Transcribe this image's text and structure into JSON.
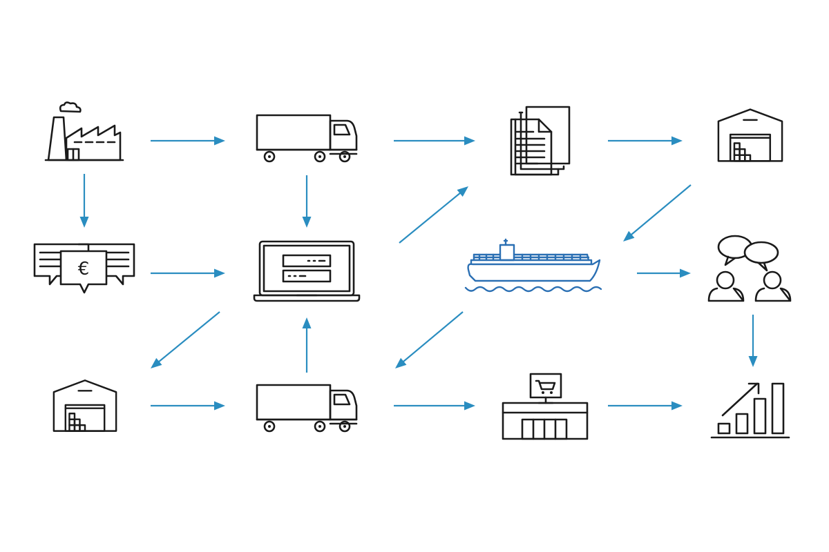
{
  "diagram": {
    "colors": {
      "arrow": "#2a8dc0",
      "icon": "#1a1a1a",
      "ship": "#2a6fb3",
      "background": "#ffffff"
    },
    "nodes": [
      {
        "id": "factory",
        "icon": "factory-icon"
      },
      {
        "id": "truck-top",
        "icon": "truck-icon"
      },
      {
        "id": "documents",
        "icon": "documents-icon"
      },
      {
        "id": "warehouse-top",
        "icon": "warehouse-icon"
      },
      {
        "id": "payment",
        "icon": "payment-chat-icon",
        "symbol": "€"
      },
      {
        "id": "laptop",
        "icon": "laptop-icon"
      },
      {
        "id": "ship",
        "icon": "container-ship-icon"
      },
      {
        "id": "meeting",
        "icon": "people-chat-icon"
      },
      {
        "id": "warehouse-bottom",
        "icon": "warehouse-icon"
      },
      {
        "id": "truck-bottom",
        "icon": "truck-icon"
      },
      {
        "id": "store",
        "icon": "store-cart-icon"
      },
      {
        "id": "growth",
        "icon": "growth-chart-icon"
      }
    ],
    "edges": [
      {
        "from": "factory",
        "to": "truck-top"
      },
      {
        "from": "truck-top",
        "to": "documents"
      },
      {
        "from": "documents",
        "to": "warehouse-top"
      },
      {
        "from": "factory",
        "to": "payment"
      },
      {
        "from": "truck-top",
        "to": "laptop"
      },
      {
        "from": "laptop",
        "to": "documents"
      },
      {
        "from": "warehouse-top",
        "to": "ship"
      },
      {
        "from": "payment",
        "to": "laptop"
      },
      {
        "from": "ship",
        "to": "meeting"
      },
      {
        "from": "laptop",
        "to": "warehouse-bottom"
      },
      {
        "from": "truck-bottom",
        "to": "laptop"
      },
      {
        "from": "ship",
        "to": "truck-bottom"
      },
      {
        "from": "meeting",
        "to": "growth"
      },
      {
        "from": "warehouse-bottom",
        "to": "truck-bottom"
      },
      {
        "from": "truck-bottom",
        "to": "store"
      },
      {
        "from": "store",
        "to": "growth"
      }
    ]
  }
}
